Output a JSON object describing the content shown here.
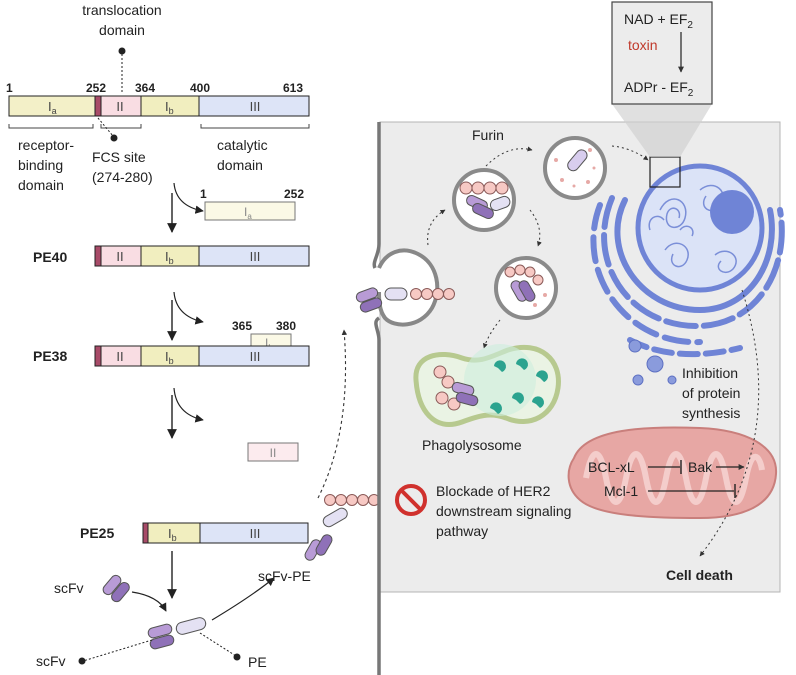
{
  "domains": {
    "translocation": [
      "translocation",
      "domain"
    ],
    "receptor": [
      "receptor-",
      "binding",
      "domain"
    ],
    "fcs": [
      "FCS site",
      "(274-280)"
    ],
    "catalytic": [
      "catalytic",
      "domain"
    ]
  },
  "positions": {
    "p1": "1",
    "p252": "252",
    "p364": "364",
    "p400": "400",
    "p613": "613"
  },
  "segments": {
    "ia": "I",
    "ia_sub": "a",
    "ii": "II",
    "ib": "I",
    "ib_sub": "b",
    "iii": "III"
  },
  "fragments": {
    "ia_start": "1",
    "ia_end": "252",
    "ib_start": "365",
    "ib_end": "380"
  },
  "constructs": {
    "pe40": "PE40",
    "pe38": "PE38",
    "pe25": "PE25"
  },
  "assembly": {
    "scfv_top": "scFv",
    "scfv_bottom": "scFv",
    "pe": "PE",
    "scfv_pe": "scFv-PE"
  },
  "cell": {
    "furin": "Furin",
    "phagolysosome": "Phagolysosome",
    "blockade": [
      "Blockade of HER2",
      "downstream signaling",
      "pathway"
    ],
    "inhibition": [
      "Inhibition",
      "of protein",
      "synthesis"
    ],
    "cell_death": "Cell death"
  },
  "reaction": {
    "top": "NAD + EF",
    "top_sub": "2",
    "toxin": "toxin",
    "bottom": "ADPr - EF",
    "bottom_sub": "2"
  },
  "mito": {
    "bclxl": "BCL-xL",
    "bak": "Bak",
    "mcl1": "Mcl-1"
  },
  "colors": {
    "ia": "#f3f0c8",
    "ii": "#f9dde3",
    "ib": "#f1eebf",
    "iii": "#dde4f7",
    "fcs": "#a84b68",
    "cell_bg": "#ececec",
    "er": "#6f84d6",
    "mito": "#e7a7a4",
    "purple": "#9b80c2",
    "bead": "#f7c9c4",
    "toxin": "#c0392b"
  }
}
